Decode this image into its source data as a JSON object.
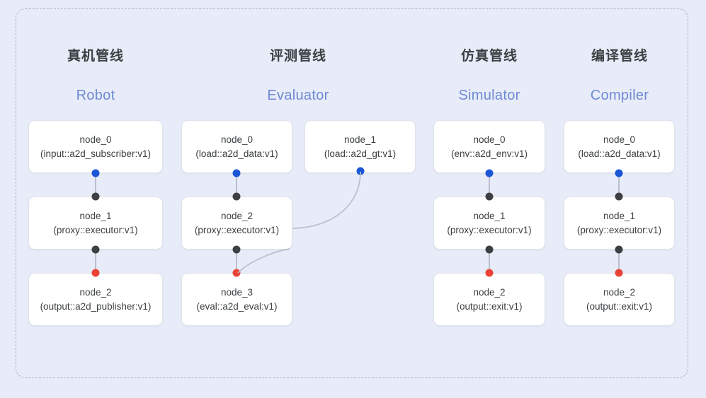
{
  "diagram": {
    "frame": {
      "style": "dashed-rounded-rect",
      "border_color": "#a8b0bf"
    },
    "background_color": "#e8ecf8",
    "port_colors": {
      "input": "#1a56d6",
      "middle": "#3c4043",
      "output": "#ea4335"
    },
    "edge_color": "#b9bfcc"
  },
  "columns": [
    {
      "header_cn": "真机管线",
      "header_en": "Robot",
      "nodes": [
        {
          "id": "node_0",
          "spec": "(input::a2d_subscriber:v1)"
        },
        {
          "id": "node_1",
          "spec": "(proxy::executor:v1)"
        },
        {
          "id": "node_2",
          "spec": "(output::a2d_publisher:v1)"
        }
      ]
    },
    {
      "header_cn": "评测管线",
      "header_en": "Evaluator",
      "nodes": [
        {
          "id": "node_0",
          "spec": "(load::a2d_data:v1)"
        },
        {
          "id": "node_1",
          "spec": "(load::a2d_gt:v1)"
        },
        {
          "id": "node_2",
          "spec": "(proxy::executor:v1)"
        },
        {
          "id": "node_3",
          "spec": "(eval::a2d_eval:v1)"
        }
      ]
    },
    {
      "header_cn": "仿真管线",
      "header_en": "Simulator",
      "nodes": [
        {
          "id": "node_0",
          "spec": "(env::a2d_env:v1)"
        },
        {
          "id": "node_1",
          "spec": "(proxy::executor:v1)"
        },
        {
          "id": "node_2",
          "spec": "(output::exit:v1)"
        }
      ]
    },
    {
      "header_cn": "编译管线",
      "header_en": "Compiler",
      "nodes": [
        {
          "id": "node_0",
          "spec": "(load::a2d_data:v1)"
        },
        {
          "id": "node_1",
          "spec": "(proxy::executor:v1)"
        },
        {
          "id": "node_2",
          "spec": "(output::exit:v1)"
        }
      ]
    }
  ]
}
